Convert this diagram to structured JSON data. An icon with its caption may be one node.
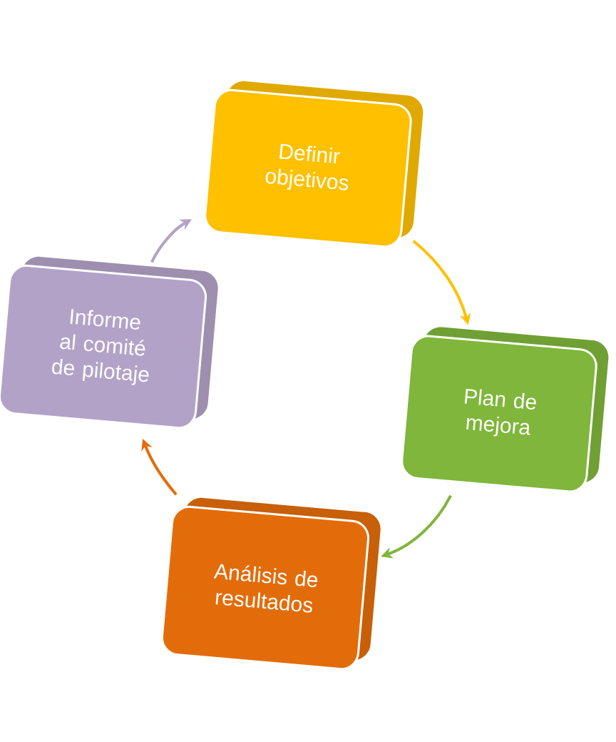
{
  "diagram": {
    "nodes": [
      {
        "text": [
          "Definir objetivos"
        ]
      },
      {
        "text": [
          "Plan de mejora"
        ]
      },
      {
        "text": [
          "Análisis de resultados"
        ]
      },
      {
        "text": [
          "Informe al comité de pilotaje"
        ]
      }
    ],
    "edges": [
      {
        "from": 0,
        "to": 1,
        "arrow": "to",
        "color": "#ffc000"
      },
      {
        "from": 1,
        "to": 2,
        "arrow": "to",
        "color": "#7fb63b"
      },
      {
        "from": 2,
        "to": 3,
        "arrow": "to",
        "color": "#e36c0a"
      },
      {
        "from": 3,
        "to": 0,
        "arrow": "to",
        "color": "#b3a2c7"
      }
    ]
  }
}
